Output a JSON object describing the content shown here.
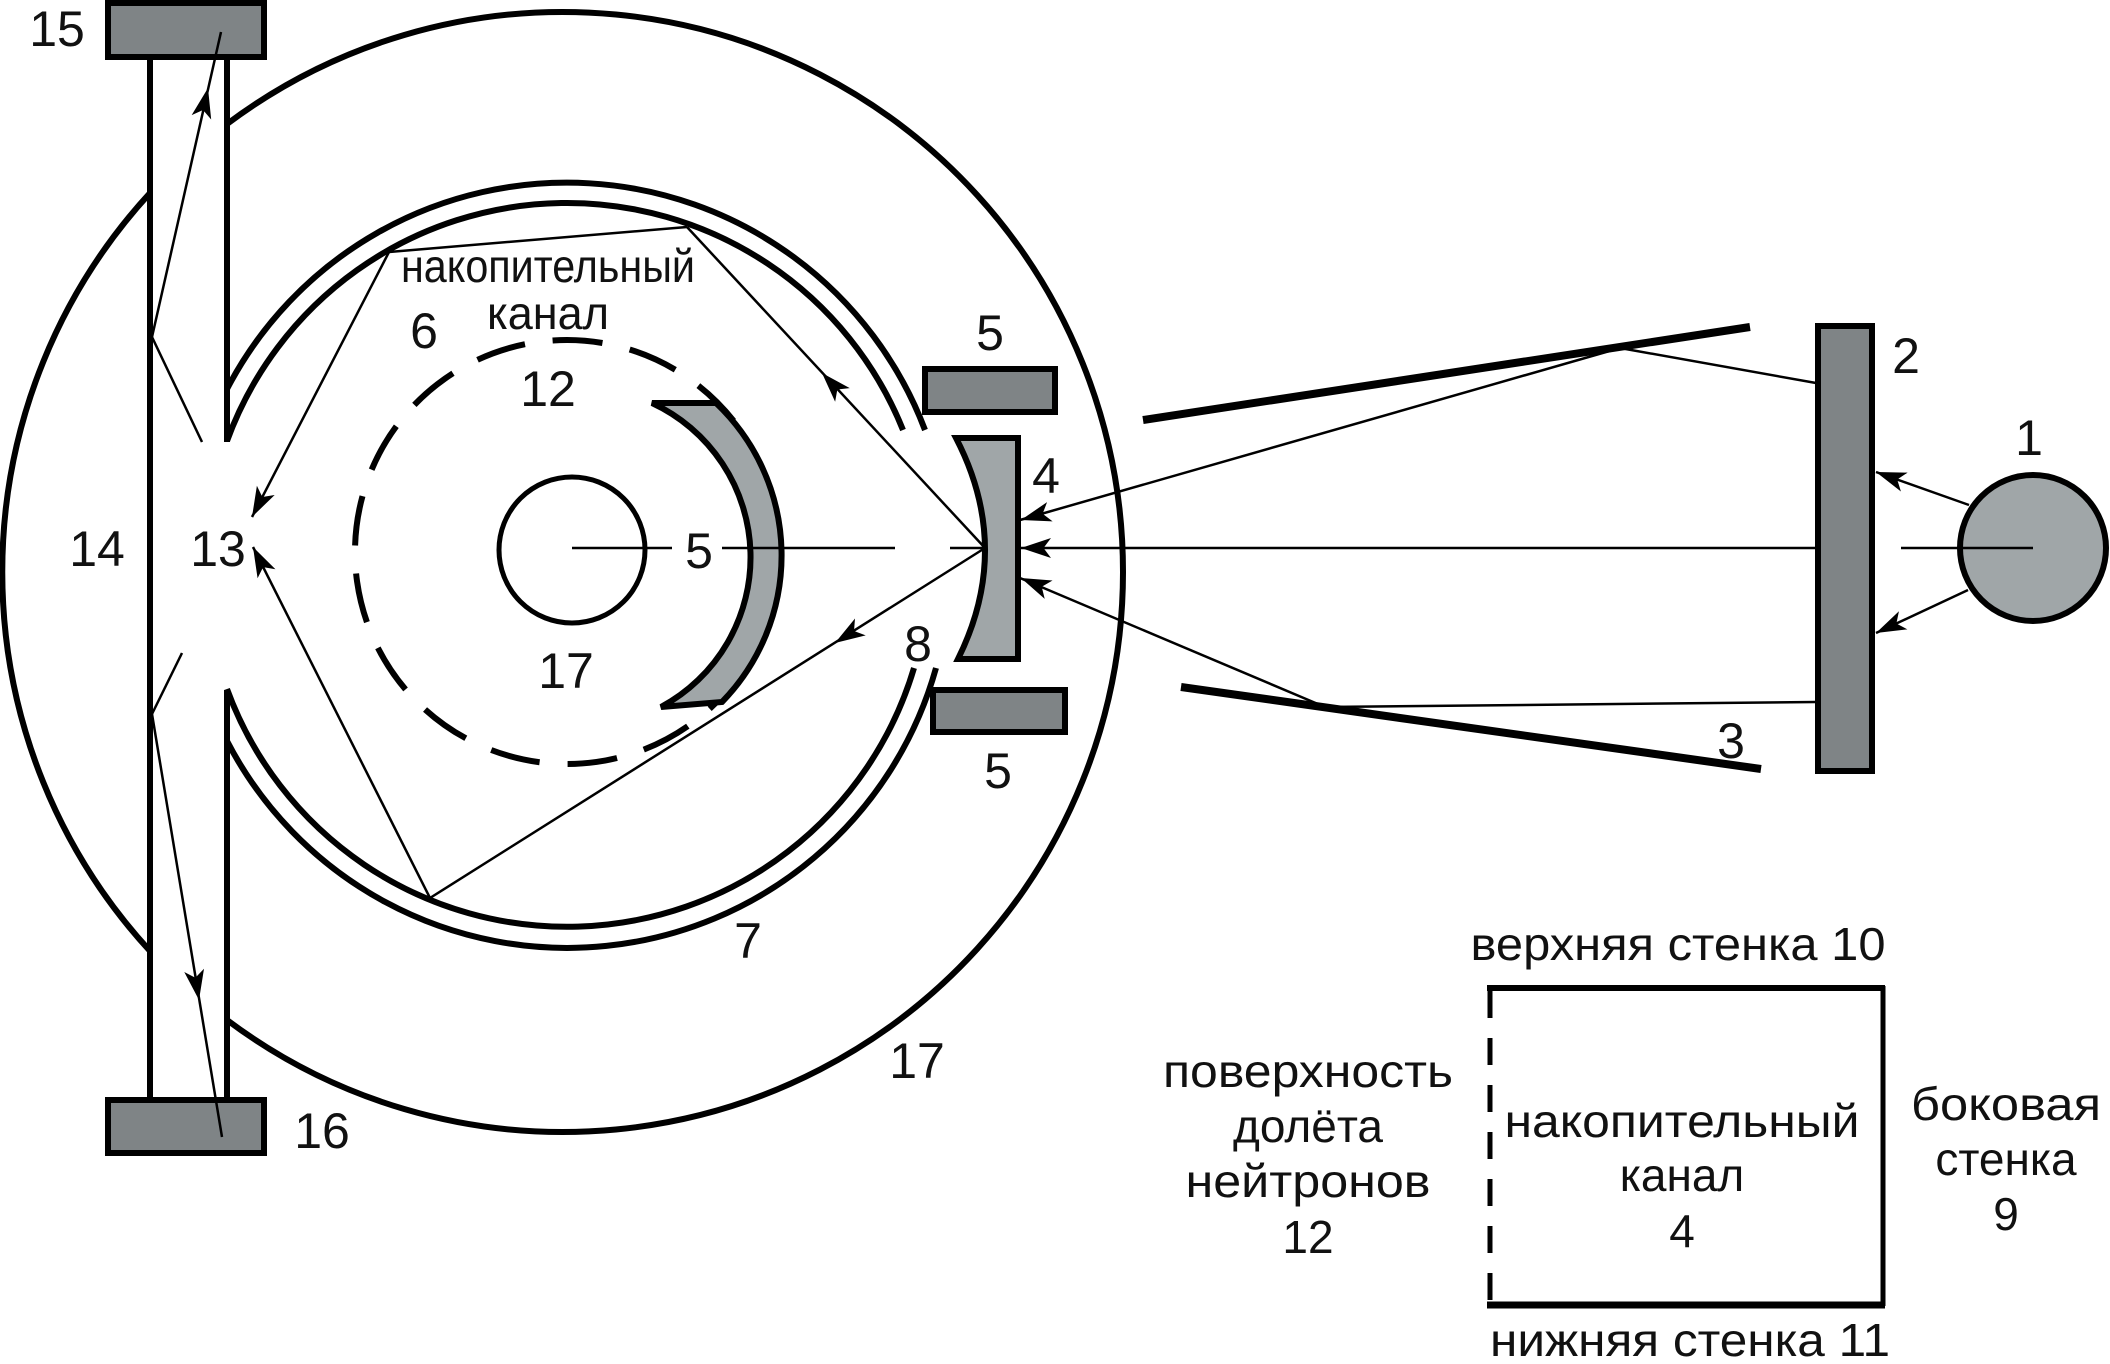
{
  "figure": {
    "colors": {
      "dark_grey": "#7f8486",
      "light_grey": "#a0a6a8",
      "line": "#000000",
      "background": "#ffffff"
    },
    "labels": {
      "n1": "1",
      "n2": "2",
      "n3": "3",
      "n4": "4",
      "n5_top": "5",
      "n5_center": "5",
      "n5_bottom": "5",
      "n6": "6",
      "n7": "7",
      "n8": "8",
      "n12": "12",
      "n13": "13",
      "n14": "14",
      "n15": "15",
      "n16": "16",
      "n17_inner": "17",
      "n17_outer": "17",
      "channel_line1": "накопительный",
      "channel_line2": "канал"
    },
    "legend": {
      "top_wall": "верхняя стенка 10",
      "bottom_wall": "нижняя стенка 11",
      "surface": [
        "поверхность",
        "долёта",
        "нейтронов",
        "12"
      ],
      "channel": [
        "накопительный",
        "канал",
        "4"
      ],
      "side_wall": [
        "боковая",
        "стенка",
        "9"
      ]
    }
  }
}
